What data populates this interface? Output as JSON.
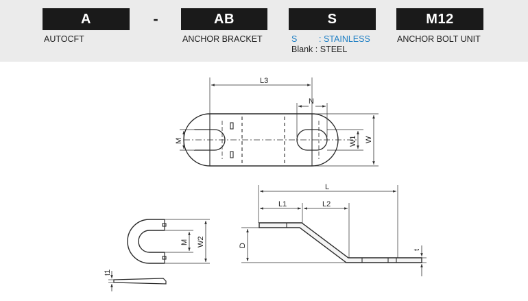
{
  "code": {
    "boxes": [
      {
        "label": "A",
        "desc": "AUTOCFT"
      },
      {
        "label": "AB",
        "desc": "ANCHOR BRACKET"
      },
      {
        "label": "S"
      },
      {
        "label": "M12",
        "desc": "ANCHOR BOLT UNIT"
      }
    ],
    "separator": "-",
    "material_options": [
      {
        "key": "S",
        "sep": ":",
        "value": "STAINLESS"
      },
      {
        "key": "Blank",
        "sep": ":",
        "value": "STEEL"
      }
    ]
  },
  "colors": {
    "code_box_bg": "#1a1a1a",
    "band_bg": "#ebebeb",
    "accent_blue": "#1f7fc4",
    "line": "#2a2a2a"
  },
  "dims": {
    "top_view": {
      "L3": "L3",
      "N": "N",
      "M": "M",
      "W1": "W1",
      "W": "W"
    },
    "side_view": {
      "L": "L",
      "L1": "L1",
      "L2": "L2",
      "D": "D",
      "t": "t"
    },
    "end_view": {
      "M": "M",
      "W2": "W2",
      "t1": "t1"
    }
  }
}
